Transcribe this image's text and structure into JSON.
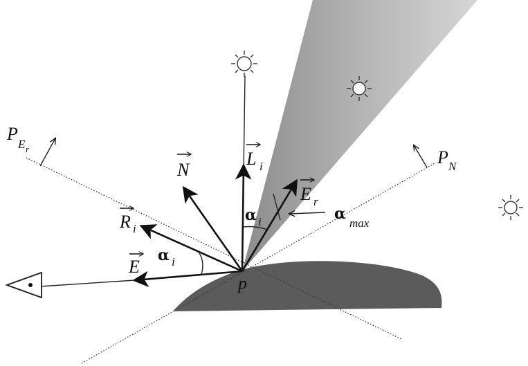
{
  "labels": {
    "point": "p",
    "N": "N",
    "Li_main": "L",
    "Li_sub": "i",
    "Er_main": "E",
    "Er_sub": "r",
    "Ri_main": "R",
    "Ri_sub": "i",
    "E": "E",
    "PN_main": "P",
    "PN_sub": "N",
    "PEr_main": "P",
    "PEr_sub": "E",
    "PEr_subsub": "r",
    "alpha_i_1": "α",
    "alpha_i_1_sub": "i",
    "alpha_i_2": "α",
    "alpha_i_2_sub": "i",
    "alpha_max": "α",
    "alpha_max_sub": "max"
  },
  "icons": [
    "sun-icon",
    "sun-icon",
    "sun-icon",
    "eye-icon"
  ],
  "colors": {
    "surface": "#5a5a5a",
    "cone_light": "#c8c8c8",
    "cone_dark": "#8a8a8a"
  }
}
